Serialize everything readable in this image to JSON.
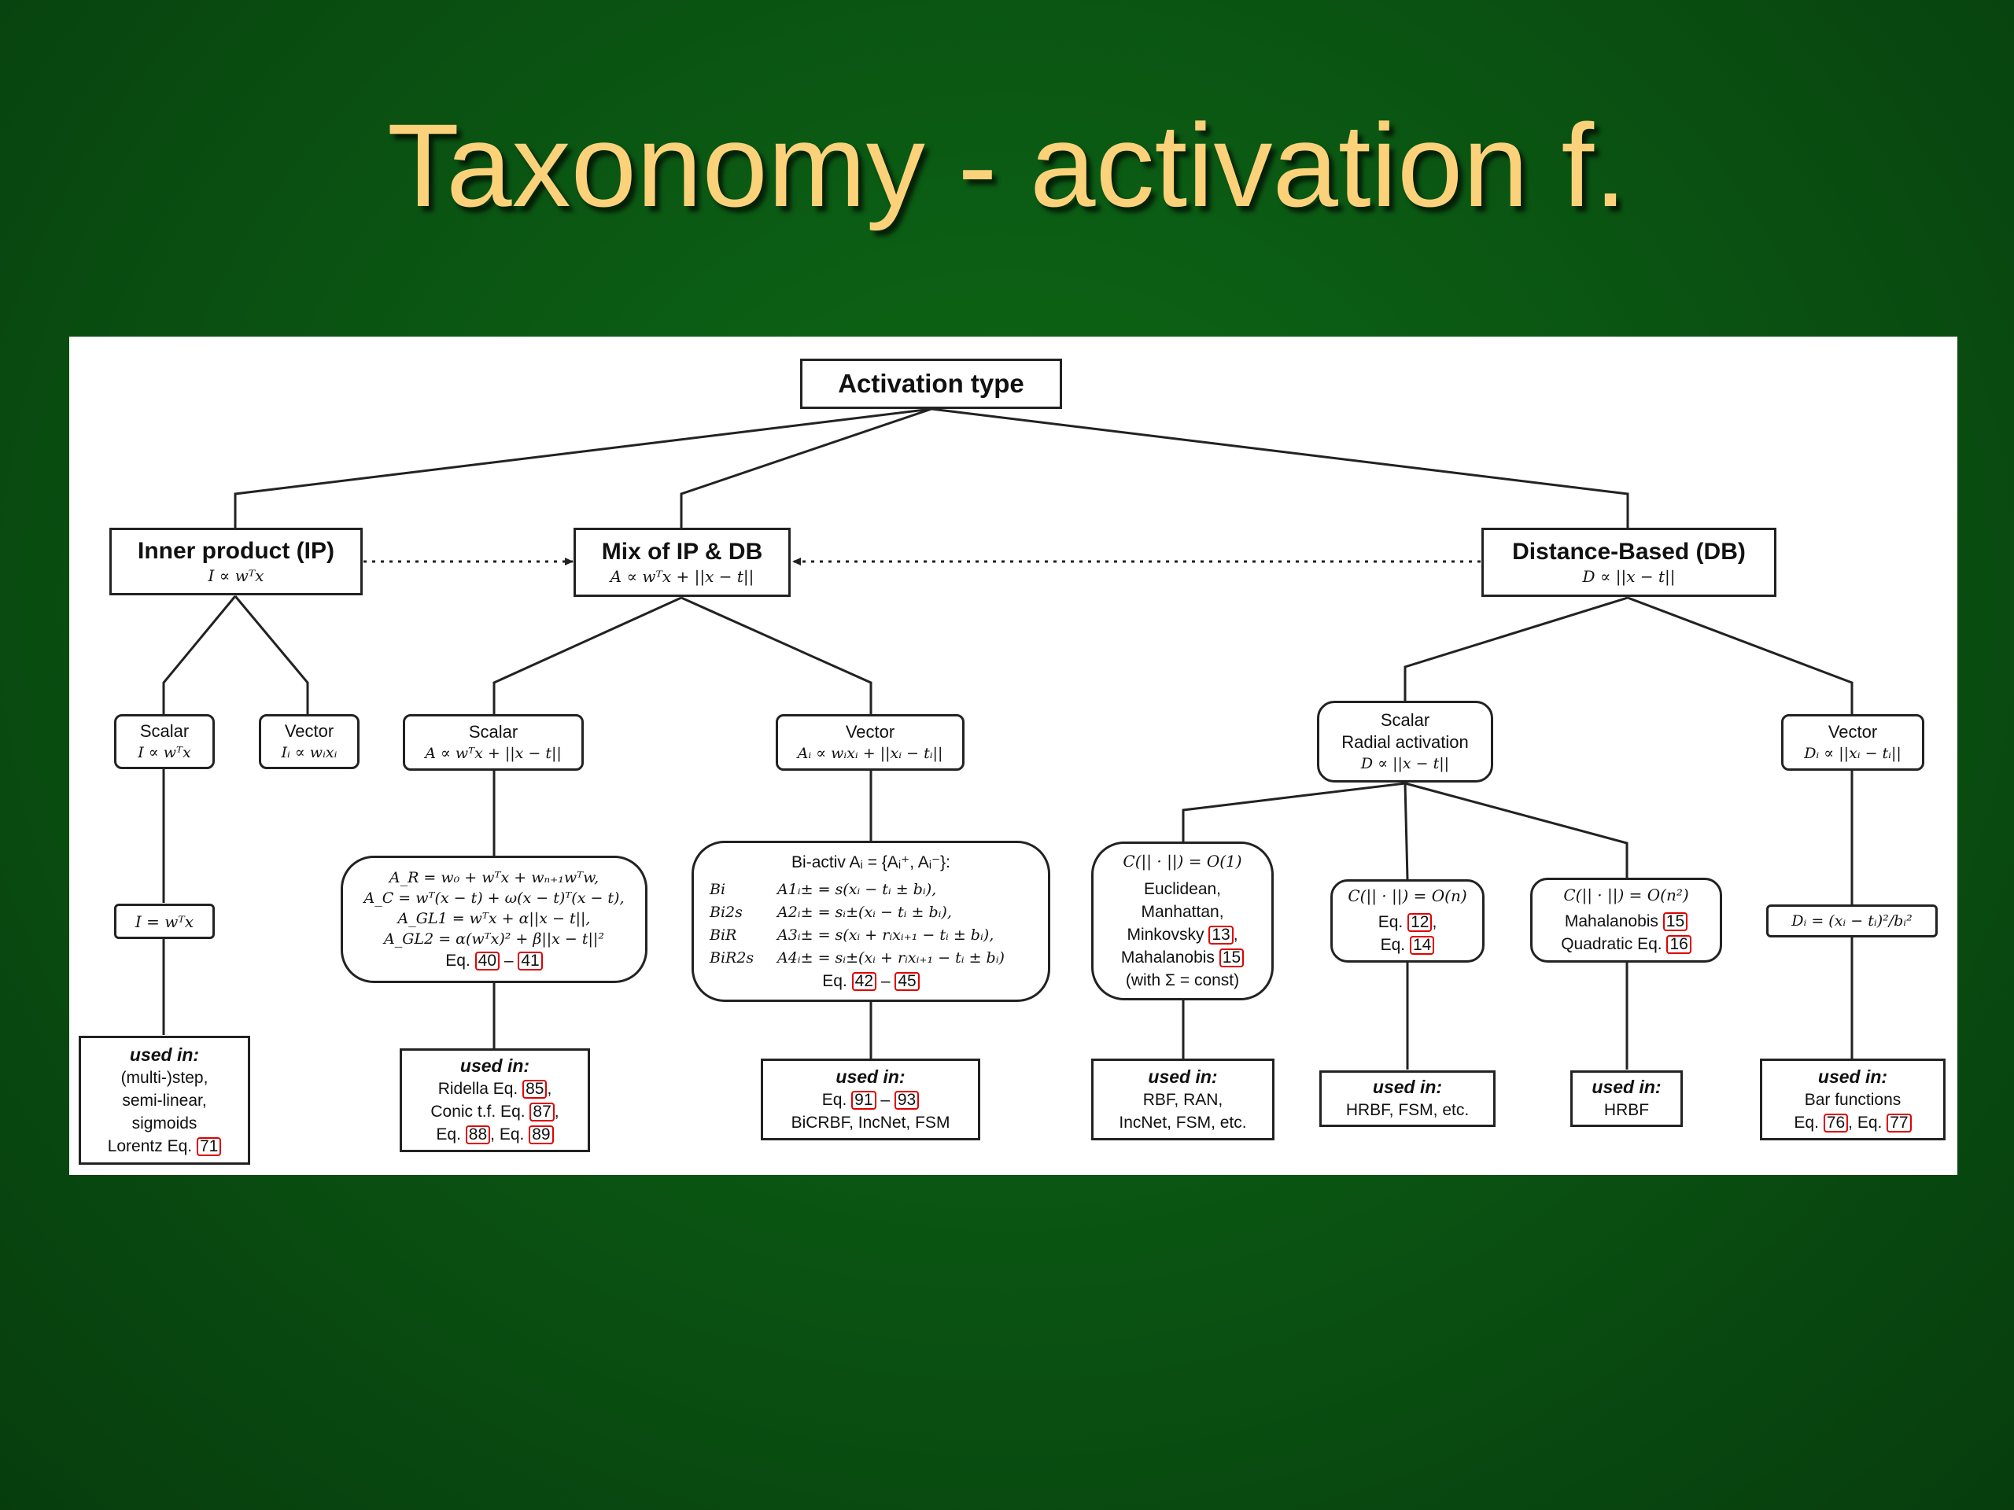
{
  "slide": {
    "title": "Taxonomy - activation f."
  },
  "diagram": {
    "root": {
      "label": "Activation type"
    },
    "ip": {
      "label": "Inner product (IP)",
      "formula": "I ∝ wᵀx"
    },
    "mix": {
      "label": "Mix of IP & DB",
      "formula": "A ∝ wᵀx + ||x − t||"
    },
    "db": {
      "label": "Distance-Based (DB)",
      "formula": "D ∝ ||x − t||"
    },
    "ip_scalar": {
      "label": "Scalar",
      "formula": "I ∝ wᵀx"
    },
    "ip_vector": {
      "label": "Vector",
      "formula": "Iᵢ ∝ wᵢxᵢ"
    },
    "mix_scalar": {
      "label": "Scalar",
      "formula": "A ∝ wᵀx + ||x − t||"
    },
    "mix_vector": {
      "label": "Vector",
      "formula": "Aᵢ ∝ wᵢxᵢ + ||xᵢ − tᵢ||"
    },
    "db_scalar": {
      "label": "Scalar",
      "sub": "Radial activation",
      "formula": "D ∝ ||x − t||"
    },
    "db_vector": {
      "label": "Vector",
      "formula": "Dᵢ ∝ ||xᵢ − tᵢ||"
    },
    "ip_eq": {
      "formula": "I = wᵀx"
    },
    "mix_eqs": {
      "l1": "A_R = w₀ + wᵀx + wₙ₊₁wᵀw,",
      "l2": "A_C = wᵀ(x − t) + ω(x − t)ᵀ(x − t),",
      "l3": "A_GL1 = wᵀx + α||x − t||,",
      "l4": "A_GL2 = α(wᵀx)² + β||x − t||²",
      "eq_prefix": "Eq.",
      "ref_a": "40",
      "dash": "–",
      "ref_b": "41"
    },
    "biactiv": {
      "title": "Bi-activ   Aᵢ = {Aᵢ⁺, Aᵢ⁻}:",
      "rows": [
        {
          "name": "Bi",
          "eq": "A1ᵢ± = s(xᵢ − tᵢ ± bᵢ),"
        },
        {
          "name": "Bi2s",
          "eq": "A2ᵢ± = sᵢ±(xᵢ − tᵢ ± bᵢ),"
        },
        {
          "name": "BiR",
          "eq": "A3ᵢ± = s(xᵢ + rᵢxᵢ₊₁ − tᵢ ± bᵢ),"
        },
        {
          "name": "BiR2s",
          "eq": "A4ᵢ± = sᵢ±(xᵢ + rᵢxᵢ₊₁ − tᵢ ± bᵢ)"
        }
      ],
      "eq_prefix": "Eq.",
      "ref_a": "42",
      "dash": "–",
      "ref_b": "45"
    },
    "c1": {
      "formula": "C(|| · ||) = O(1)",
      "l1": "Euclidean,",
      "l2": "Manhattan,",
      "l3": "Minkovsky",
      "ref_a": "13",
      "l4": "Mahalanobis",
      "ref_b": "15",
      "l5": "(with Σ = const)"
    },
    "cn": {
      "formula": "C(|| · ||) = O(n)",
      "eq": "Eq.",
      "ref_a": "12",
      "ref_b": "14"
    },
    "cn2": {
      "formula": "C(|| · ||) = O(n²)",
      "l1": "Mahalanobis",
      "ref_a": "15",
      "l2": "Quadratic Eq.",
      "ref_b": "16"
    },
    "dv_eq": {
      "formula": "Dᵢ = (xᵢ − tᵢ)²/bᵢ²"
    },
    "used": {
      "heading": "used in:",
      "ip": {
        "l1": "(multi-)step,",
        "l2": "semi-linear,",
        "l3": "sigmoids",
        "l4": "Lorentz Eq.",
        "ref": "71"
      },
      "mix": {
        "l1": "Ridella Eq.",
        "ref_a": "85",
        "l2": "Conic t.f. Eq.",
        "ref_b": "87",
        "eq": "Eq.",
        "ref_c": "88",
        "ref_d": "89"
      },
      "bi": {
        "eq": "Eq.",
        "ref_a": "91",
        "dash": "–",
        "ref_b": "93",
        "l2": "BiCRBF, IncNet, FSM"
      },
      "c1": {
        "l1": "RBF, RAN,",
        "l2": "IncNet, FSM, etc."
      },
      "cn": {
        "l1": "HRBF, FSM, etc."
      },
      "cn2": {
        "l1": "HRBF"
      },
      "dv": {
        "l1": "Bar functions",
        "eq": "Eq.",
        "ref_a": "76",
        "ref_b": "77"
      }
    }
  }
}
